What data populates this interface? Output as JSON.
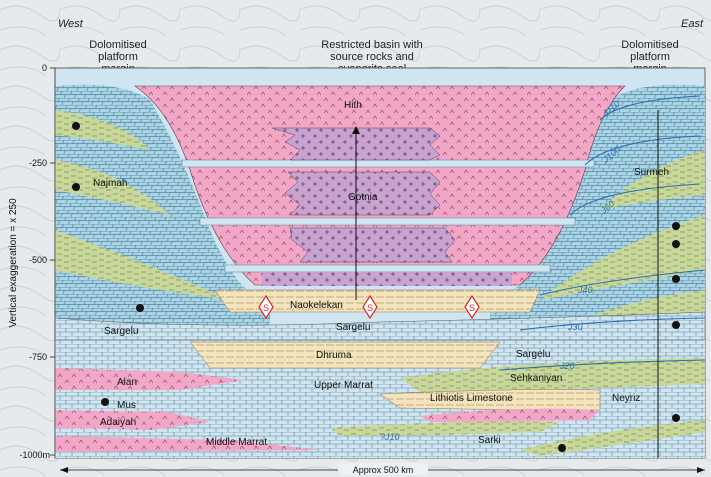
{
  "header": {
    "west": "West",
    "east": "East",
    "left_caption": [
      "Dolomitised",
      "platform",
      "margin"
    ],
    "center_caption": [
      "Restricted basin with",
      "source rocks and",
      "evaporite seal"
    ],
    "right_caption": [
      "Dolomitised",
      "platform",
      "margin"
    ]
  },
  "axis": {
    "label": "Vertical exaggeration = x 250",
    "ticks": [
      {
        "label": "0"
      },
      {
        "label": "-250"
      },
      {
        "label": "-500"
      },
      {
        "label": "-750"
      },
      {
        "label": "-1000m"
      }
    ],
    "scale_label": "Approx 500 km"
  },
  "formations": {
    "hith": "Hith",
    "gotnia": "Gotnia",
    "najmah": "Najmah",
    "surmeh": "Surmeh",
    "sargelu_left": "Sargelu",
    "sargelu_center": "Sargelu",
    "sargelu_right": "Sargelu",
    "naokelekan": "Naokelekan",
    "dhruma": "Dhruma",
    "alan": "Alan",
    "mus": "Mus",
    "adaiyah": "Adaiyah",
    "upper_marrat": "Upper Marrat",
    "middle_marrat": "Middle Marrat",
    "sehkaniyan": "Sehkaniyan",
    "lithiotis": "Lithiotis Limestone",
    "neyriz": "Neyriz",
    "sarki": "Sarki"
  },
  "surfaces": [
    "J110",
    "J100",
    "J60",
    "J40",
    "J30",
    "J20",
    "?J10"
  ],
  "source_marker": "S",
  "colors": {
    "evaporite": "#f3a7c7",
    "carbonate": "#cfe6f2",
    "dolomite": "#9fd1e6",
    "shale": "#c8d89a",
    "anhydrite": "#c9a3cf",
    "sand": "#f4e4bc",
    "surface": "#2b6fb6",
    "source": "#d6262b"
  }
}
